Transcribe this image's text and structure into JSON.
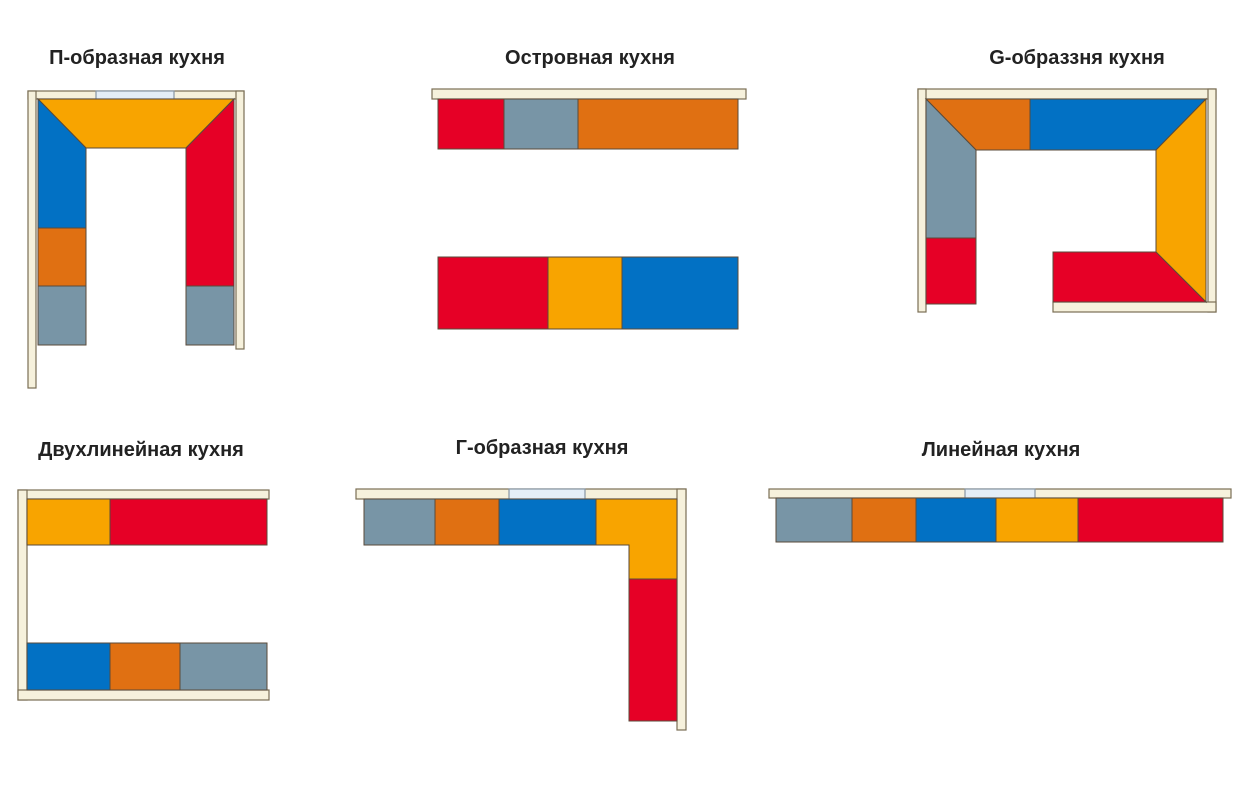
{
  "colors": {
    "red": "#e60026",
    "orange": "#e07012",
    "yellow": "#f8a400",
    "blue": "#0271c4",
    "gray": "#7895a6",
    "wall": "#f6f1dc",
    "window": "#e4eef7"
  },
  "layouts": {
    "u_shaped": {
      "title": "П-образная кухня"
    },
    "island": {
      "title": "Островная кухня"
    },
    "g_shaped": {
      "title": "G-образзня кухня"
    },
    "galley": {
      "title": "Двухлинейная кухня"
    },
    "l_shaped": {
      "title": "Г-образная кухня"
    },
    "linear": {
      "title": "Линейная кухня"
    }
  }
}
